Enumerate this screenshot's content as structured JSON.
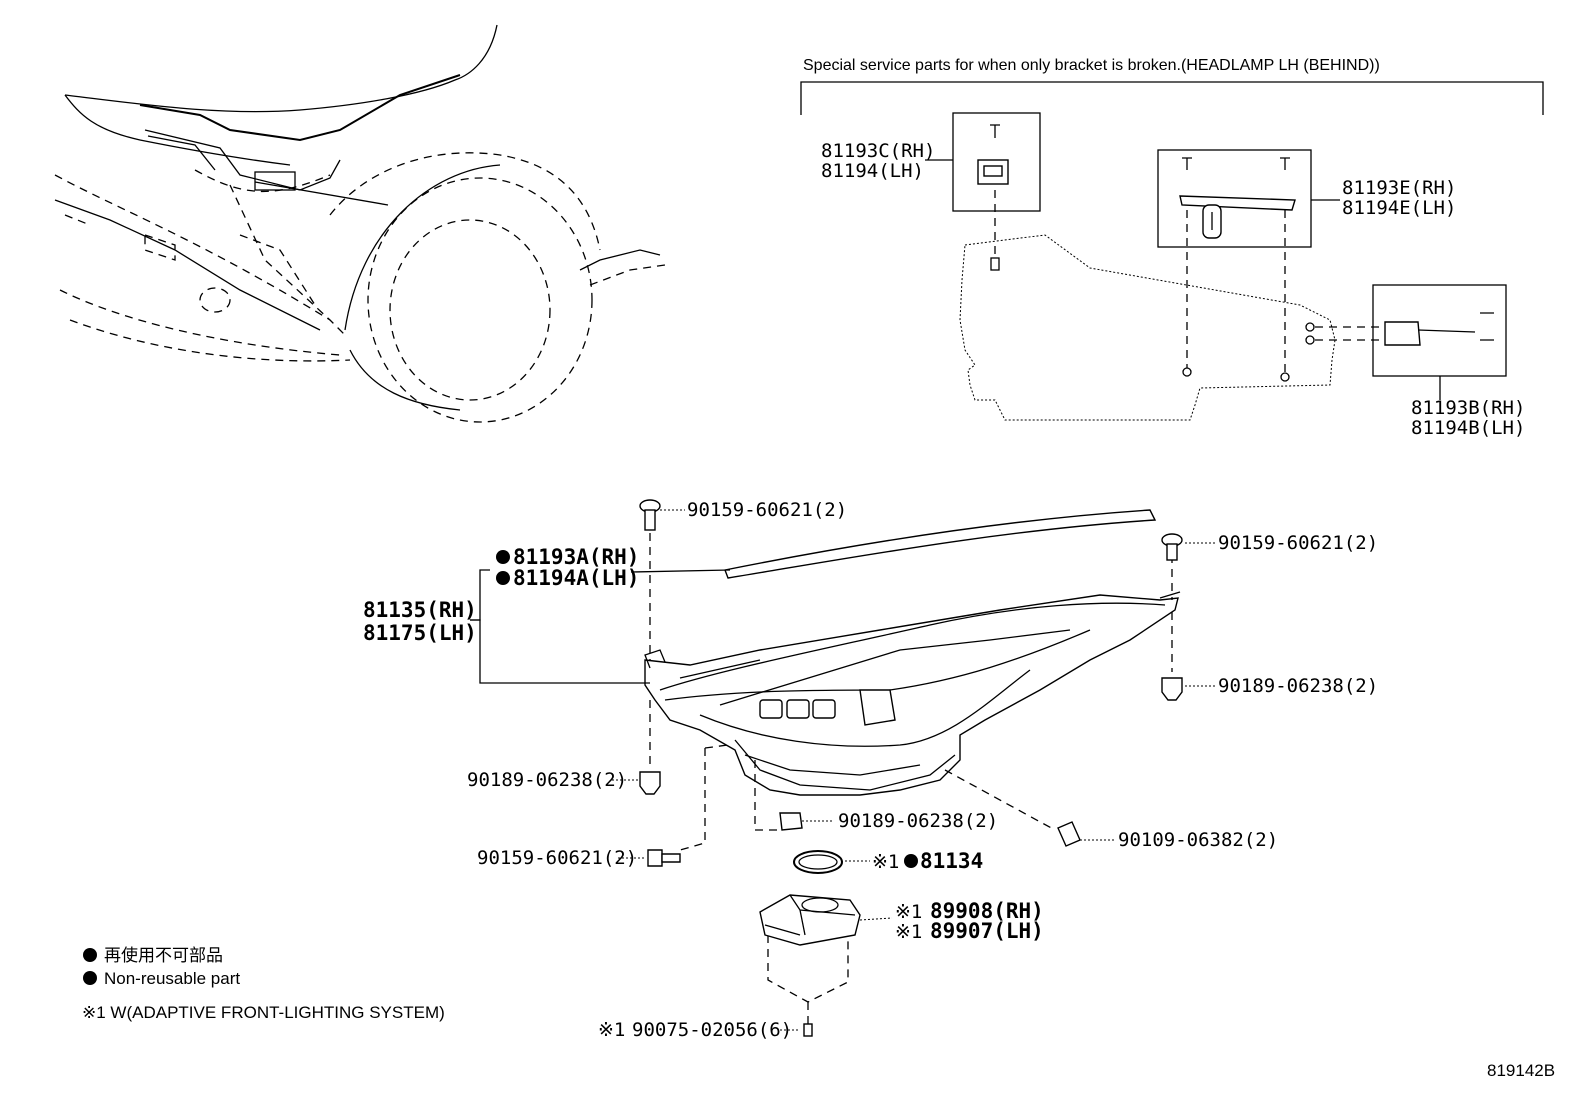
{
  "header": {
    "special_service_title": "Special service parts for when only bracket is broken.(HEADLAMP LH (BEHIND))"
  },
  "labels": {
    "p81193C": "81193C(RH)",
    "p81194": "81194(LH)",
    "p81193E": "81193E(RH)",
    "p81194E": "81194E(LH)",
    "p81193B": "81193B(RH)",
    "p81194B": "81194B(LH)",
    "p81193A": "81193A(RH)",
    "p81194A": "81194A(LH)",
    "p81135": "81135(RH)",
    "p81175": "81175(LH)",
    "bolt_top": "90159-60621(2)",
    "bolt_right": "90159-60621(2)",
    "clip_right": "90189-06238(2)",
    "clip_left": "90189-06238(2)",
    "clip_lower": "90189-06238(2)",
    "bolt_lower_left": "90159-60621(2)",
    "screw_right": "90109-06382(2)",
    "seal_mark": "※1",
    "seal_part": "81134",
    "mark_89908": "※1",
    "p89908": "89908(RH)",
    "mark_89907": "※1",
    "p89907": "89907(LH)",
    "mark_screw": "※1",
    "screw_bottom": "90075-02056(6)"
  },
  "legend": {
    "line1": "再使用不可部品",
    "line2": "Non-reusable part",
    "line3": "※1 W(ADAPTIVE FRONT-LIGHTING SYSTEM)"
  },
  "diagram_id": "819142B"
}
